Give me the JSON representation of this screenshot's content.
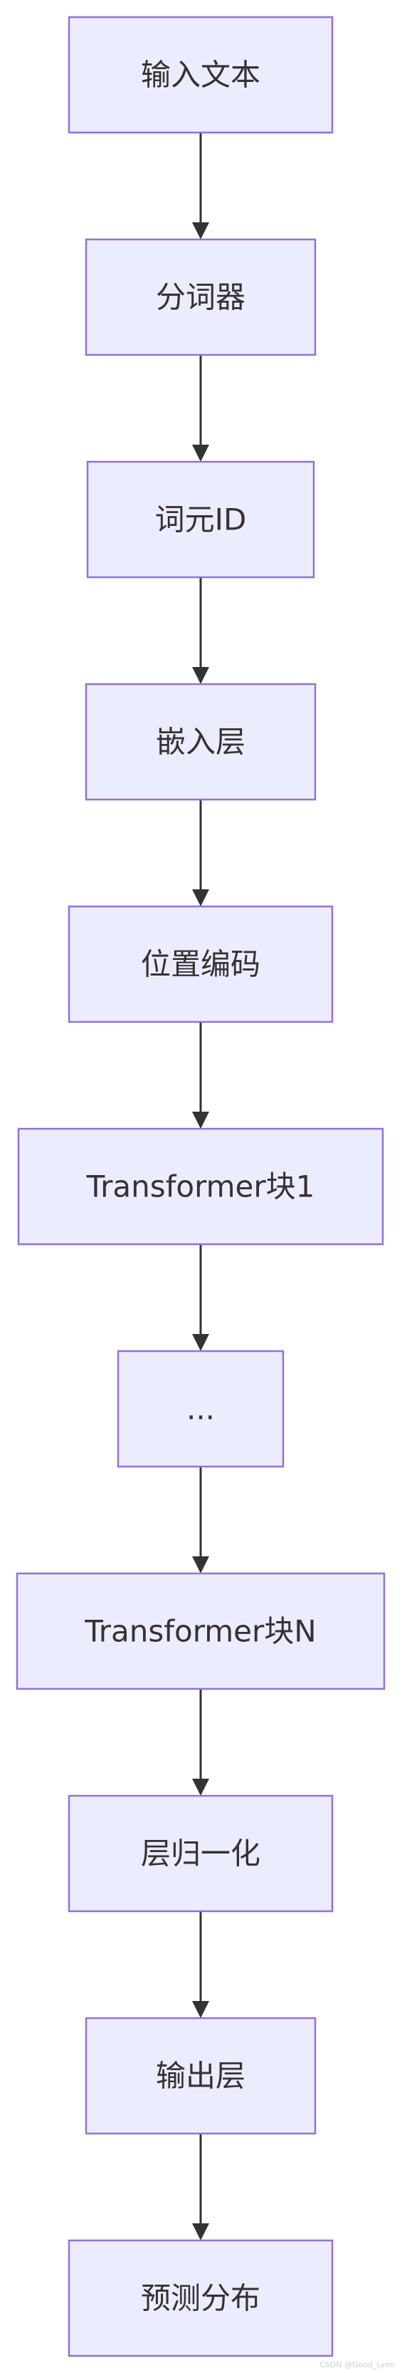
{
  "nodes": [
    {
      "id": "input_text",
      "label": "输入文本"
    },
    {
      "id": "tokenizer",
      "label": "分词器"
    },
    {
      "id": "token_id",
      "label": "词元ID"
    },
    {
      "id": "embedding",
      "label": "嵌入层"
    },
    {
      "id": "positional",
      "label": "位置编码"
    },
    {
      "id": "block1",
      "label": "Transformer块1"
    },
    {
      "id": "ellipsis",
      "label": "..."
    },
    {
      "id": "blockN",
      "label": "Transformer块N"
    },
    {
      "id": "layernorm",
      "label": "层归一化"
    },
    {
      "id": "output_layer",
      "label": "输出层"
    },
    {
      "id": "prediction",
      "label": "预测分布"
    }
  ],
  "edges": [
    {
      "from": "input_text",
      "to": "tokenizer"
    },
    {
      "from": "tokenizer",
      "to": "token_id"
    },
    {
      "from": "token_id",
      "to": "embedding"
    },
    {
      "from": "embedding",
      "to": "positional"
    },
    {
      "from": "positional",
      "to": "block1"
    },
    {
      "from": "block1",
      "to": "ellipsis"
    },
    {
      "from": "ellipsis",
      "to": "blockN"
    },
    {
      "from": "blockN",
      "to": "layernorm"
    },
    {
      "from": "layernorm",
      "to": "output_layer"
    },
    {
      "from": "output_layer",
      "to": "prediction"
    }
  ],
  "colors": {
    "node_fill": "#ECECFF",
    "node_stroke": "#9370DB",
    "edge": "#333333",
    "text": "#333333"
  },
  "watermark": "CSDN @Good_Lynn"
}
